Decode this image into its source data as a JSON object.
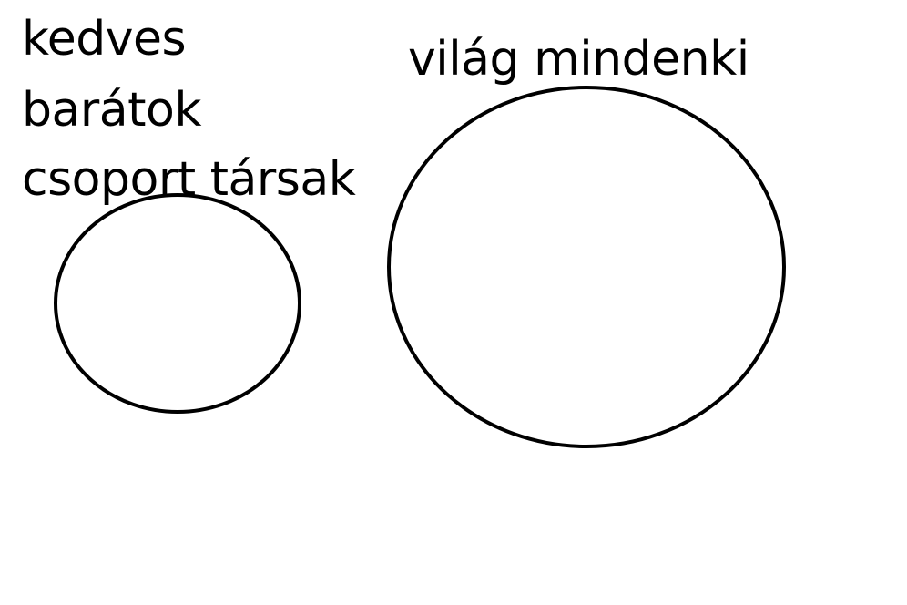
{
  "diagram": {
    "left_labels": [
      "kedves",
      "barátok",
      "csoport társak"
    ],
    "right_label": "világ mindenki",
    "stroke_color": "#000000",
    "background_color": "#ffffff"
  }
}
